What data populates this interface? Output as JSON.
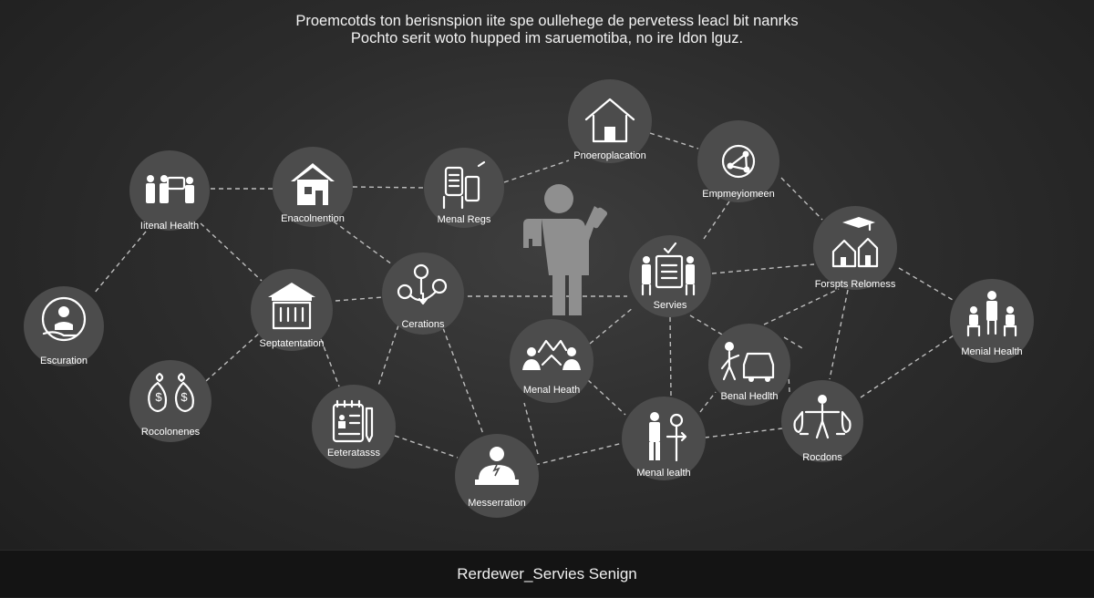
{
  "header": {
    "line1": "Proemcotds ton berisnspion iite spe oullehege de pervetess leacl bit nanrks",
    "line2": "Pochto serit woto hupped im saruemotiba, no ire Idon lguz."
  },
  "footer": {
    "label": "Rerdewer_Servies Senign"
  },
  "nodes": [
    {
      "id": "n1",
      "label": "Iitenal Health",
      "icon": "family-icon"
    },
    {
      "id": "n2",
      "label": "Enacolnention",
      "icon": "house-icon"
    },
    {
      "id": "n3",
      "label": "Menal Regs",
      "icon": "devices-icon"
    },
    {
      "id": "n4",
      "label": "Pnoeroplacation",
      "icon": "home-icon"
    },
    {
      "id": "n5",
      "label": "Empmeyiomeen",
      "icon": "network-icon"
    },
    {
      "id": "n6",
      "label": "Escuration",
      "icon": "helping-hand-icon"
    },
    {
      "id": "n7",
      "label": "Septatentation",
      "icon": "building-icon"
    },
    {
      "id": "n8",
      "label": "Cerations",
      "icon": "money-flow-icon"
    },
    {
      "id": "n9",
      "label": "Servies",
      "icon": "people-checklist-icon"
    },
    {
      "id": "n10",
      "label": "Forspts Relomess",
      "icon": "graduation-house-icon"
    },
    {
      "id": "n11",
      "label": "Menial Health",
      "icon": "group-chairs-icon"
    },
    {
      "id": "n12",
      "label": "Rocolonenes",
      "icon": "money-bags-icon"
    },
    {
      "id": "n13",
      "label": "Menal Heath",
      "icon": "group-handshake-icon"
    },
    {
      "id": "n14",
      "label": "Benal Hedlth",
      "icon": "car-person-icon"
    },
    {
      "id": "n15",
      "label": "Eeteratasss",
      "icon": "clipboard-icon"
    },
    {
      "id": "n16",
      "label": "Messerration",
      "icon": "speaker-icon"
    },
    {
      "id": "n17",
      "label": "Menal lealth",
      "icon": "person-signpost-icon"
    },
    {
      "id": "n18",
      "label": "Rocdons",
      "icon": "weights-icon"
    }
  ],
  "center_icon": "person-presenting-icon"
}
